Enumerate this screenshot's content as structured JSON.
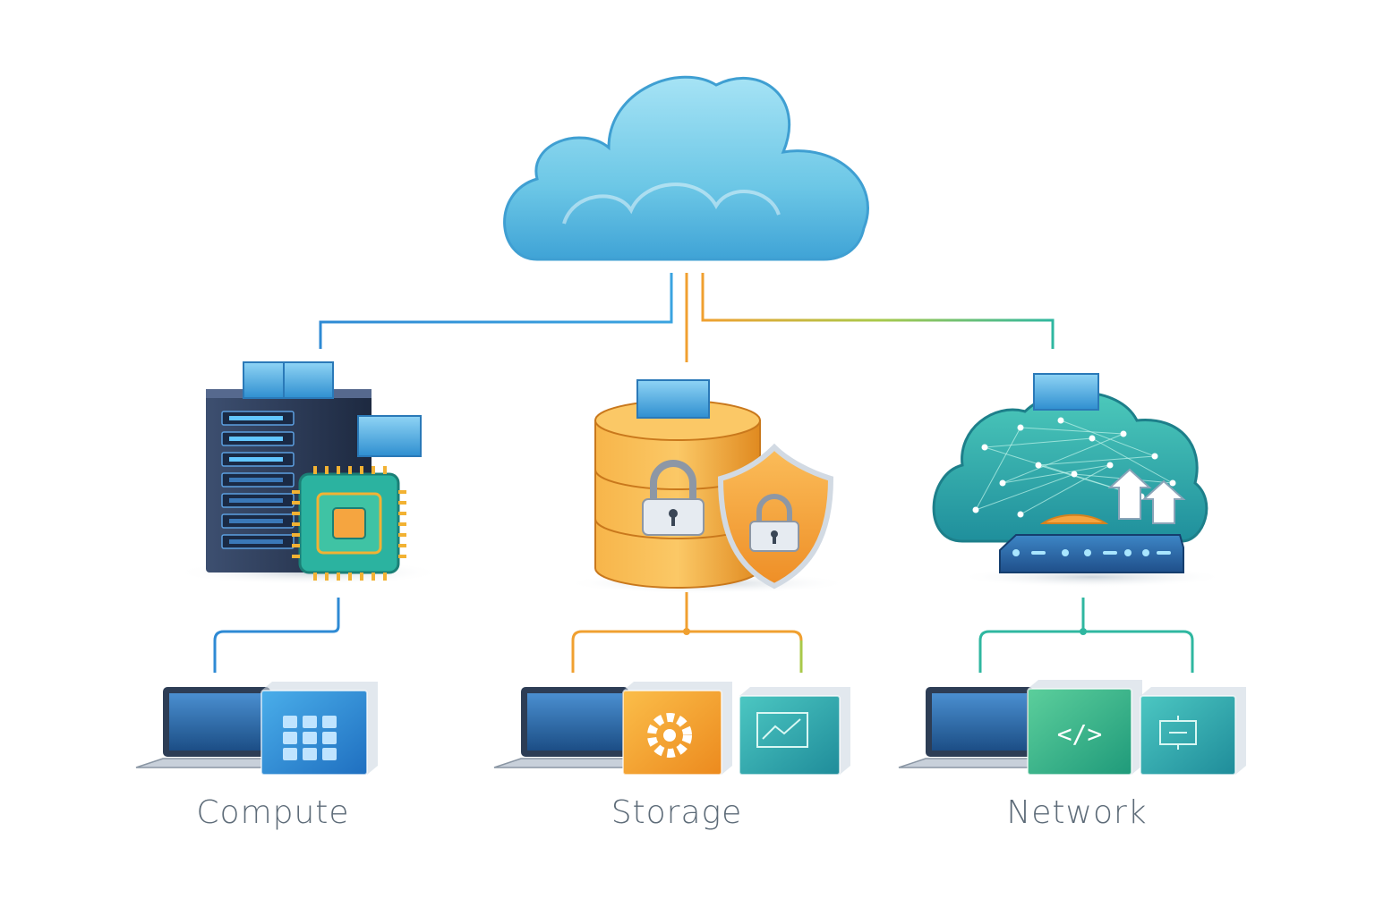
{
  "columns": [
    {
      "id": "compute",
      "label": "Compute"
    },
    {
      "id": "storage",
      "label": "Storage"
    },
    {
      "id": "network",
      "label": "Network"
    }
  ],
  "icons": {
    "cloud": "cloud-icon",
    "compute_main": "server-rack-with-chip-icon",
    "storage_main": "database-with-lock-and-shield-icon",
    "network_main": "cloud-network-with-router-icon",
    "compute_tiles": [
      "laptop-icon",
      "app-grid-tile-icon"
    ],
    "storage_tiles": [
      "laptop-icon",
      "gear-tile-icon",
      "chart-tile-icon"
    ],
    "network_tiles": [
      "laptop-icon",
      "code-tile-icon",
      "circuit-tile-icon"
    ]
  },
  "colors": {
    "cloud": "#6cc7e6",
    "compute_line": "#2e8ad4",
    "storage_line": "#f0a030",
    "network_line": "#2fb7a0",
    "server": "#2b3a55",
    "chip": "#2bb3a0",
    "database": "#f2a43a",
    "shield": "#f5a540",
    "network_cloud": "#35b3aa",
    "router": "#2f6fb0",
    "label_text": "#5d6b78"
  }
}
